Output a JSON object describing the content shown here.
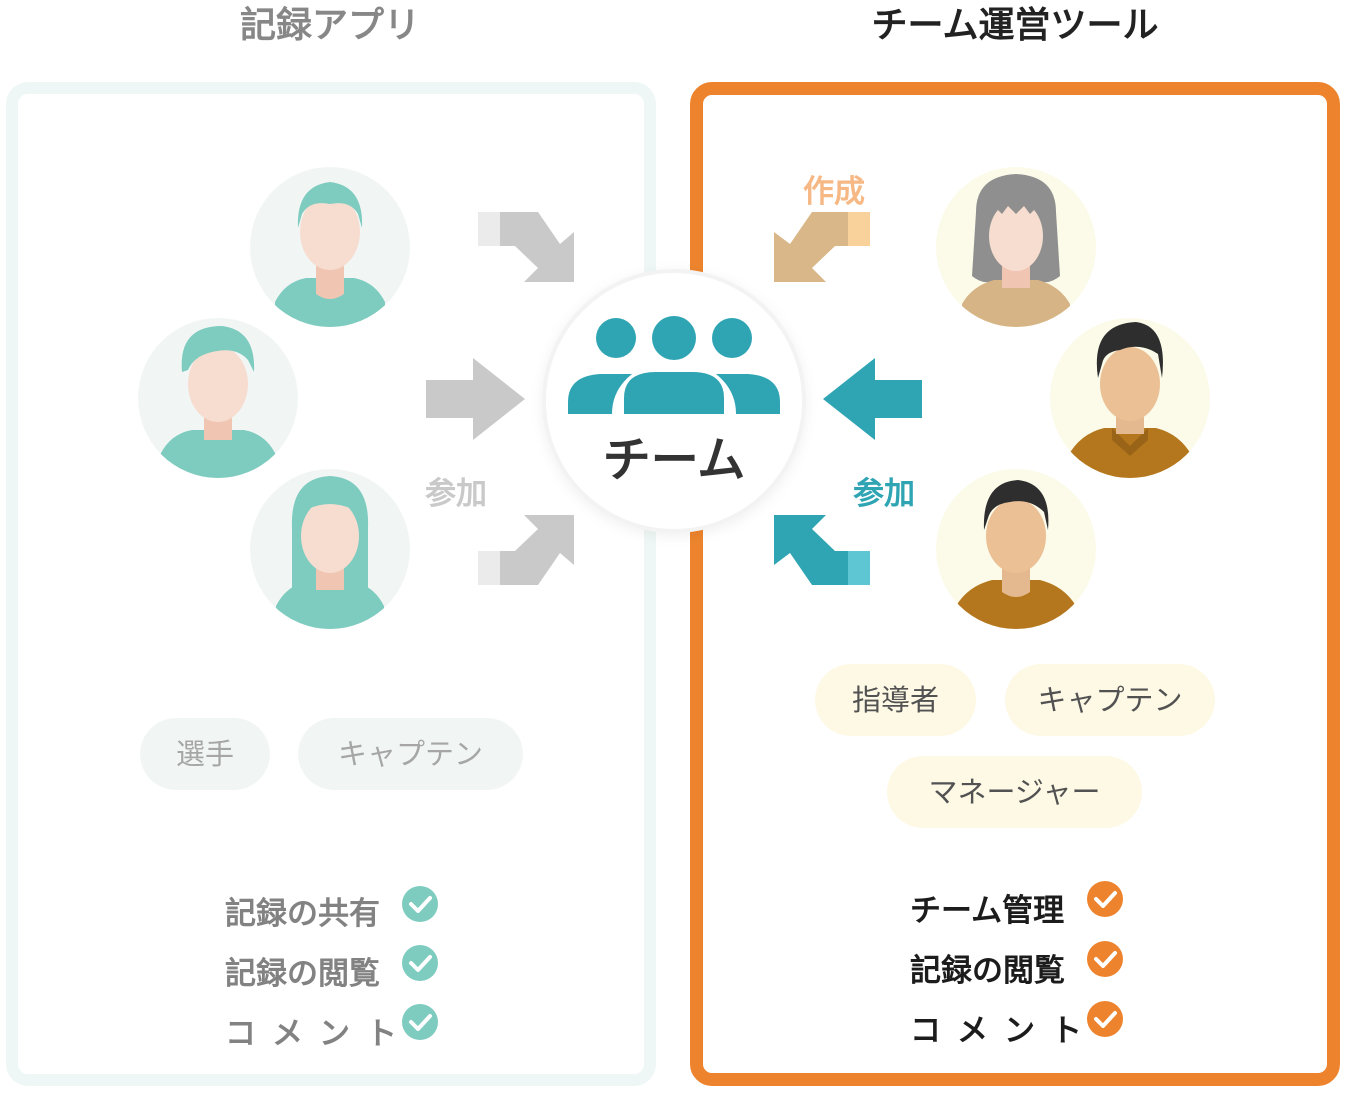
{
  "headers": {
    "left": "記録アプリ",
    "right": "チーム運営ツール"
  },
  "center": {
    "label": "チーム",
    "icon": "team-group-icon"
  },
  "arrows": {
    "left_label": "参加",
    "right_create_label": "作成",
    "right_join_label": "参加"
  },
  "left": {
    "roles": [
      "選手",
      "キャプテン"
    ],
    "features": [
      "記録の共有",
      "記録の閲覧",
      "コメント"
    ]
  },
  "right": {
    "roles": [
      "指導者",
      "キャプテン",
      "マネージャー"
    ],
    "features": [
      "チーム管理",
      "記録の閲覧",
      "コメント"
    ]
  },
  "colors": {
    "left_accent": "#7ecbbf",
    "right_accent": "#ed842d",
    "team_teal": "#2fa5b4",
    "create_arrow": "#dab788",
    "gray_arrow": "#c9c9c9"
  }
}
